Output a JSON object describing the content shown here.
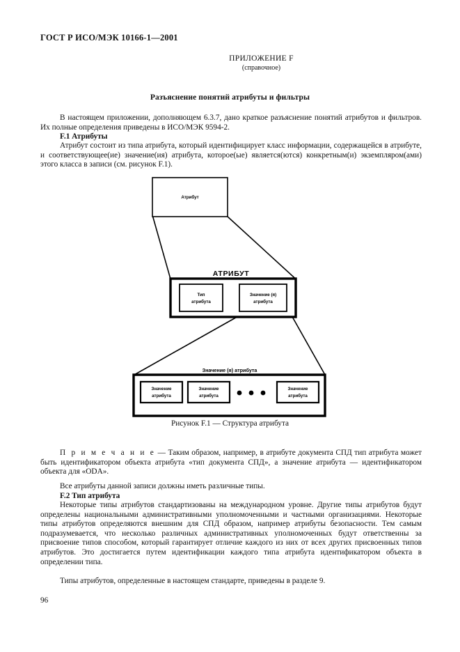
{
  "document": {
    "standard_header": "ГОСТ Р ИСО/МЭК 10166-1—2001",
    "annex_title": "ПРИЛОЖЕНИЕ F",
    "annex_subtitle": "(справочное)",
    "section_title": "Разъяснение понятий атрибуты и фильтры",
    "page_number": "96"
  },
  "body": {
    "intro": "В настоящем приложении, дополняющем 6.3.7, дано краткое разъяснение понятий атрибутов и фильтров. Их полные определения приведены в ИСО/МЭК 9594-2.",
    "f1_heading": "F.1  Атрибуты",
    "f1_text": "Атрибут состоит из типа атрибута, который идентифицирует класс информации, содержащейся в атрибуте, и соответствующее(ие) значение(ия) атрибута, которое(ые) является(ются) конкретным(и) экземпляром(ами) этого класса в записи (см. рисунок F.1).",
    "note_label": "П р и м е ч а н и е",
    "note_text": " — Таким образом, например, в атрибуте документа СПД тип атрибута может быть идентификатором объекта атрибута «тип документа СПД», а значение атрибута — идентификатором объекта для «ODA».",
    "all_attributes": "Все атрибуты данной записи должны иметь различные типы.",
    "f2_heading": "F.2  Тип атрибута",
    "f2_text": "Некоторые типы атрибутов стандартизованы на международном уровне. Другие типы атрибутов будут определены национальными административными уполномоченными и частными организациями. Некоторые типы атрибутов определяются внешним для СПД образом, например атрибуты безопасности. Тем самым подразумевается, что несколько различных административных уполномоченных будут ответственны за присвоение типов способом, который гарантирует отличие каждого из них от всех других присвоенных типов атрибутов. Это достигается путем идентификации каждого типа атрибута идентификатором объекта в определении типа.",
    "last_para": "Типы атрибутов, определенные в настоящем стандарте, приведены в разделе 9."
  },
  "figure": {
    "caption": "Рисунок F.1 — Структура атрибута",
    "top_box_label": "Атрибут",
    "middle_group_label": "АТРИБУТ",
    "middle_box_1": "Тип\nатрибута",
    "middle_box_1_line1": "Тип",
    "middle_box_1_line2": "атрибута",
    "middle_box_2_line1": "Значение (я)",
    "middle_box_2_line2": "атрибута",
    "bottom_group_label": "Значение (я) атрибута",
    "bottom_box_1_line1": "Значение",
    "bottom_box_1_line2": "атрибута",
    "bottom_box_2_line1": "Значение",
    "bottom_box_2_line2": "атрибута",
    "bottom_box_3_line1": "Значение",
    "bottom_box_3_line2": "атрибута",
    "ellipsis": "• • •",
    "stroke_color": "#000000",
    "fill_color": "#ffffff"
  }
}
